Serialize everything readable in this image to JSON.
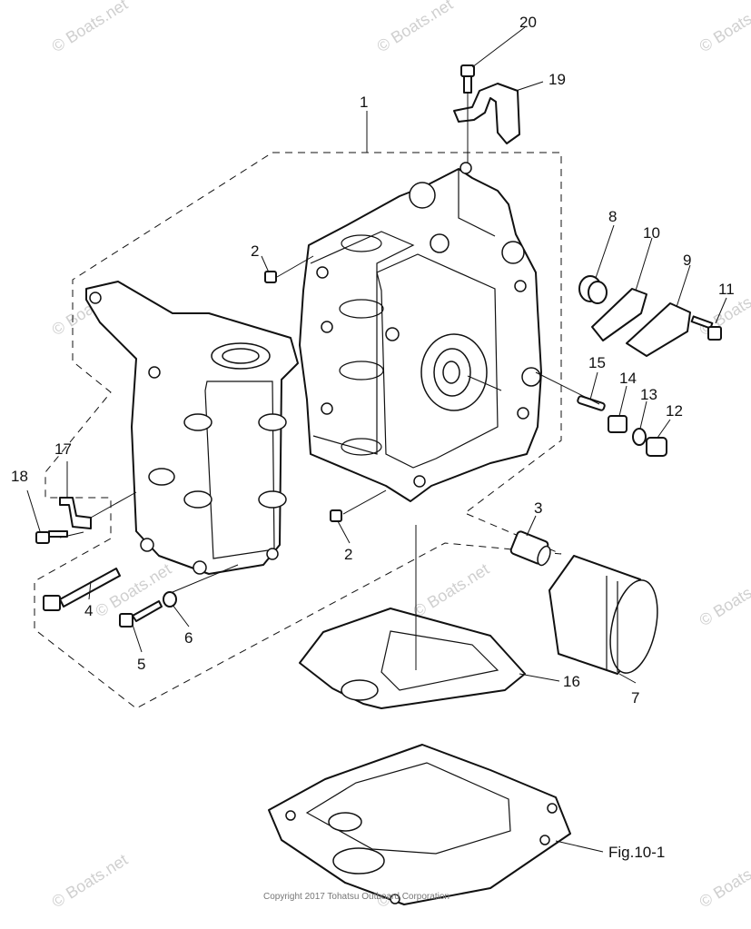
{
  "watermark": "© Boats.net",
  "copyright": "Copyright 2017 Tohatsu Outboard Corporation",
  "figure_ref": "Fig.10-1",
  "callouts": [
    "1",
    "2",
    "2",
    "3",
    "4",
    "5",
    "6",
    "7",
    "8",
    "9",
    "10",
    "11",
    "12",
    "13",
    "14",
    "15",
    "16",
    "17",
    "18",
    "19",
    "20"
  ]
}
